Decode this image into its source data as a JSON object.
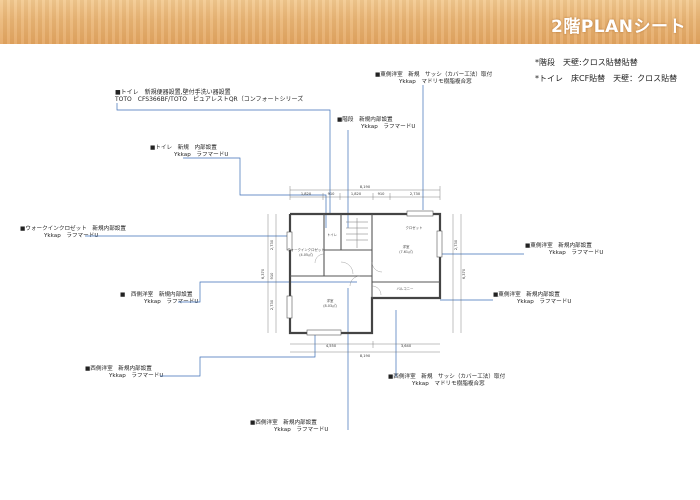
{
  "header": {
    "title": "2階PLANシート"
  },
  "notes": [
    "*階段　天壁:クロス貼替貼替",
    "*トイレ　床CF貼替　天壁：クロス貼替"
  ],
  "labels": {
    "toilet_fixture": {
      "l1": "■トイレ　新規便器設置,壁付手洗い器設置",
      "l2": "TOTO　CFS366BF/TOTO　ピュアレストQR（コンフォートシリーズ"
    },
    "stairs_door": {
      "l1": "■階段　新規内部設置",
      "l2": "Ykkap　ラフマードU"
    },
    "toilet_door": {
      "l1": "■トイレ　新規　内部設置",
      "l2": "Ykkap　ラフマードU"
    },
    "walkin": {
      "l1": "■ウォークインクロゼット　新規内部設置",
      "l2": "Ykkap　ラフマードU"
    },
    "east_top": {
      "l1": "■東側洋室　新規　サッシ（カバー工法）取付",
      "l2": "Ykkap　マドリモ樹脂複合窓"
    },
    "east_right": {
      "l1": "■東側洋室　新規内部設置",
      "l2": "Ykkap　ラフマードU"
    },
    "east_right2": {
      "l1": "■東側洋室　新規内部設置",
      "l2": "Ykkap　ラフマードU"
    },
    "west_mid": {
      "l1": "■　西側洋室　新規内部設置",
      "l2": "Ykkap　ラフマードU"
    },
    "west_low": {
      "l1": "■西側洋室　新規内部設置",
      "l2": "Ykkap　ラフマードU"
    },
    "west_sash": {
      "l1": "■西側洋室　新規　サッシ（カバー工法）取付",
      "l2": "Ykkap　マドリモ樹脂複合窓"
    },
    "west_bottom": {
      "l1": "■西側洋室　新規内部設置",
      "l2": "Ykkap　ラフマードU"
    }
  },
  "plan": {
    "rooms": {
      "walkin": "ウォークインクロゼット",
      "walkin_area": "(4.05㎡)",
      "toilet": "トイレ",
      "east": "洋室",
      "east_area": "(7.61㎡)",
      "west": "洋室",
      "west_area": "(8.03㎡)",
      "balcony": "バルコニー",
      "closet": "クロゼット"
    },
    "dims": {
      "top_total": "8,190",
      "top_1": "1,820",
      "top_2": "910",
      "top_3": "1,820",
      "top_4": "910",
      "top_5": "2,730",
      "bottom_1": "4,550",
      "bottom_2": "3,640",
      "bottom_total": "8,190",
      "left_total": "6,370",
      "left_1": "2,730",
      "left_2": "910",
      "left_3": "2,730",
      "right_1": "2,730",
      "right_2": "6,370"
    }
  },
  "colors": {
    "leader": "#3d6fb6",
    "wall": "#444444",
    "header": "#e6ab68"
  }
}
